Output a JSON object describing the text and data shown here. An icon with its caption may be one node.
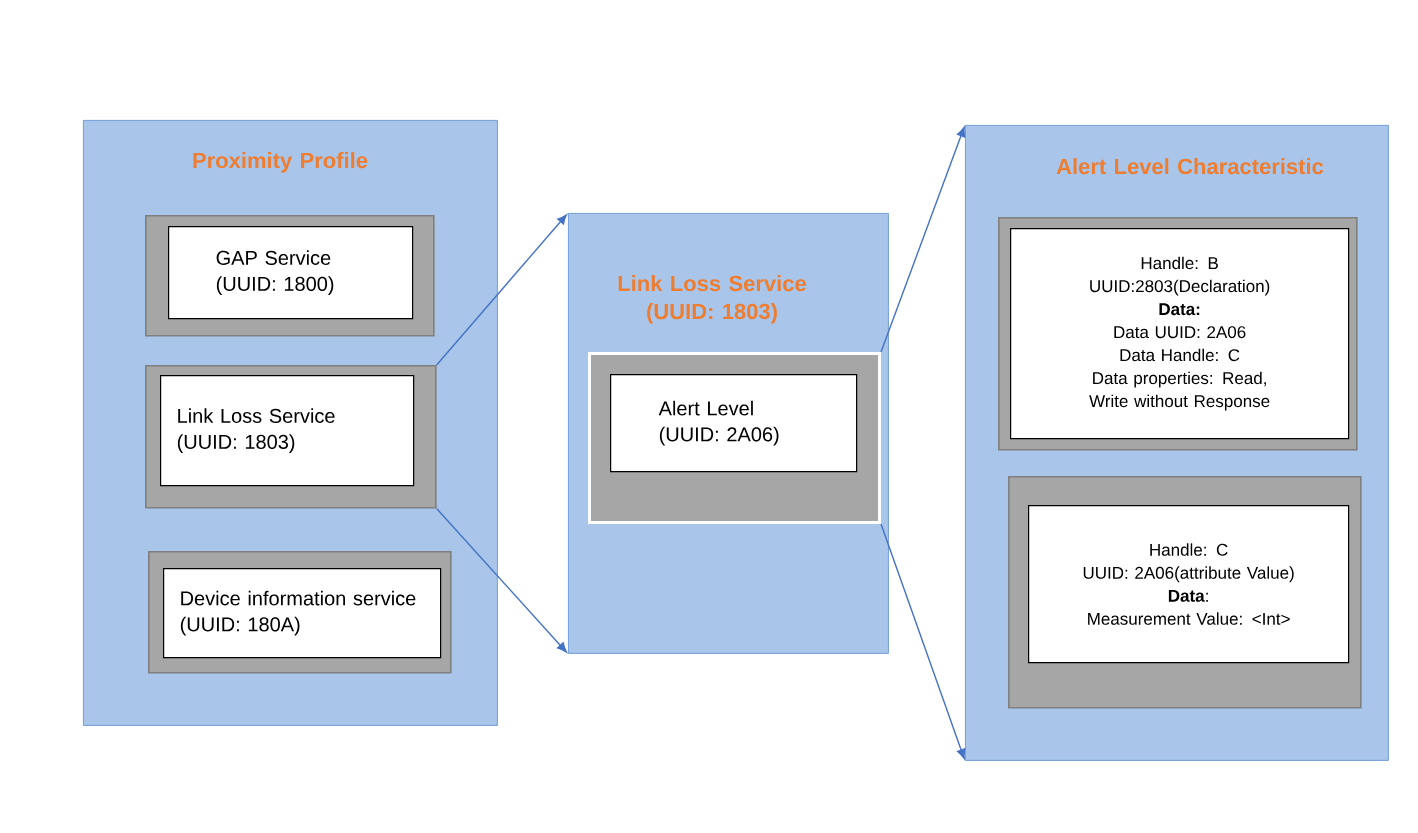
{
  "diagram": {
    "nodes": [
      {
        "text": [
          "Proximity Profile"
        ]
      },
      {
        "text": [],
        "shape": "box",
        "in": 0
      },
      {
        "text": [
          "GAP Service (UUID: 1800)"
        ],
        "in": 1
      },
      {
        "text": [],
        "shape": "box",
        "in": 0
      },
      {
        "text": [
          "Link Loss Service (UUID: 1803)"
        ],
        "in": 3
      },
      {
        "text": [],
        "shape": "box",
        "in": 0
      },
      {
        "text": [
          "Device information service (UUID: 180A)"
        ],
        "in": 5
      },
      {
        "text": [
          "Link Loss Service (UUID: 1803)"
        ]
      },
      {
        "text": [],
        "shape": "box",
        "in": 7
      },
      {
        "text": [
          "Alert Level (UUID: 2A06)"
        ],
        "in": 8
      },
      {
        "text": [
          "Alert Level Characteristic"
        ]
      },
      {
        "text": [],
        "shape": "box",
        "in": 10
      },
      {
        "text": [
          "Handle: B",
          "UUID:2803(Declaration)",
          "Data:",
          "Data UUID: 2A06",
          "Data Handle: C",
          "Data properties: Read, Write without Response"
        ],
        "in": 11
      },
      {
        "text": [],
        "shape": "box",
        "in": 10
      },
      {
        "text": [
          "Handle: C",
          "UUID: 2A06(attribute Value)",
          "**Data**:",
          "Measurement Value: <Int>"
        ],
        "in": 13
      }
    ],
    "edges": [
      {
        "from": 3,
        "to": 7,
        "arrow": "to"
      },
      {
        "from": 3,
        "to": 7,
        "arrow": "to"
      },
      {
        "from": 8,
        "to": 10,
        "arrow": "to"
      },
      {
        "from": 8,
        "to": 10,
        "arrow": "to"
      }
    ]
  }
}
